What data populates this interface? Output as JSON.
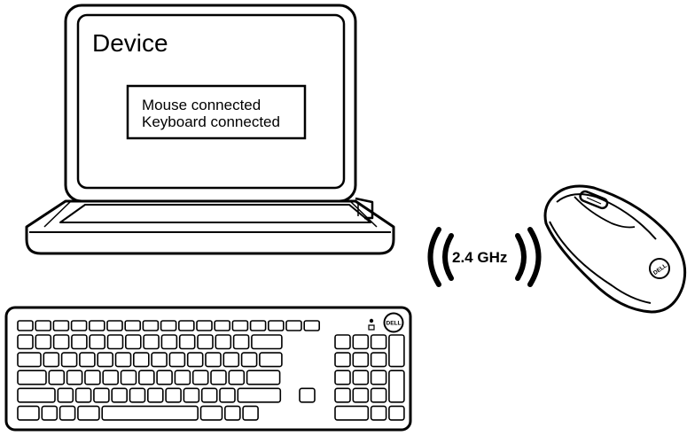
{
  "laptop": {
    "screen_title": "Device",
    "status_lines": [
      "Mouse connected",
      "Keyboard connected"
    ]
  },
  "wireless": {
    "frequency_label": "2.4 GHz"
  },
  "brand": {
    "logo_text": "DELL"
  },
  "colors": {
    "stroke": "#000000",
    "background": "#ffffff"
  }
}
